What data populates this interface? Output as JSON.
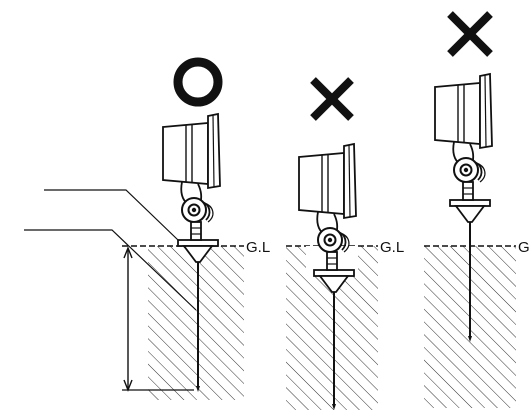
{
  "colors": {
    "ink": "#111111",
    "hatch": "#333333",
    "fill": "#ffffff"
  },
  "diagram": {
    "panels": [
      {
        "id": "correct",
        "verdict": "correct",
        "verdict_icon": "circle-mark-icon",
        "ground_label": "G.L"
      },
      {
        "id": "too-deep",
        "verdict": "incorrect",
        "verdict_icon": "cross-mark-icon",
        "ground_label": "G.L"
      },
      {
        "id": "too-high",
        "verdict": "incorrect",
        "verdict_icon": "cross-mark-icon",
        "ground_label": "G"
      }
    ]
  }
}
